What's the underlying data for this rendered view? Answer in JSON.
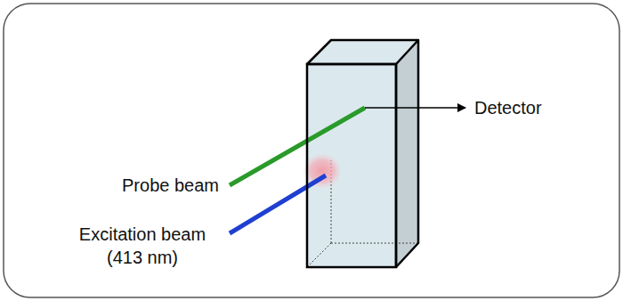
{
  "diagram": {
    "labels": [
      "Detector",
      "Probe beam",
      "Excitation beam (413 nm)"
    ]
  }
}
